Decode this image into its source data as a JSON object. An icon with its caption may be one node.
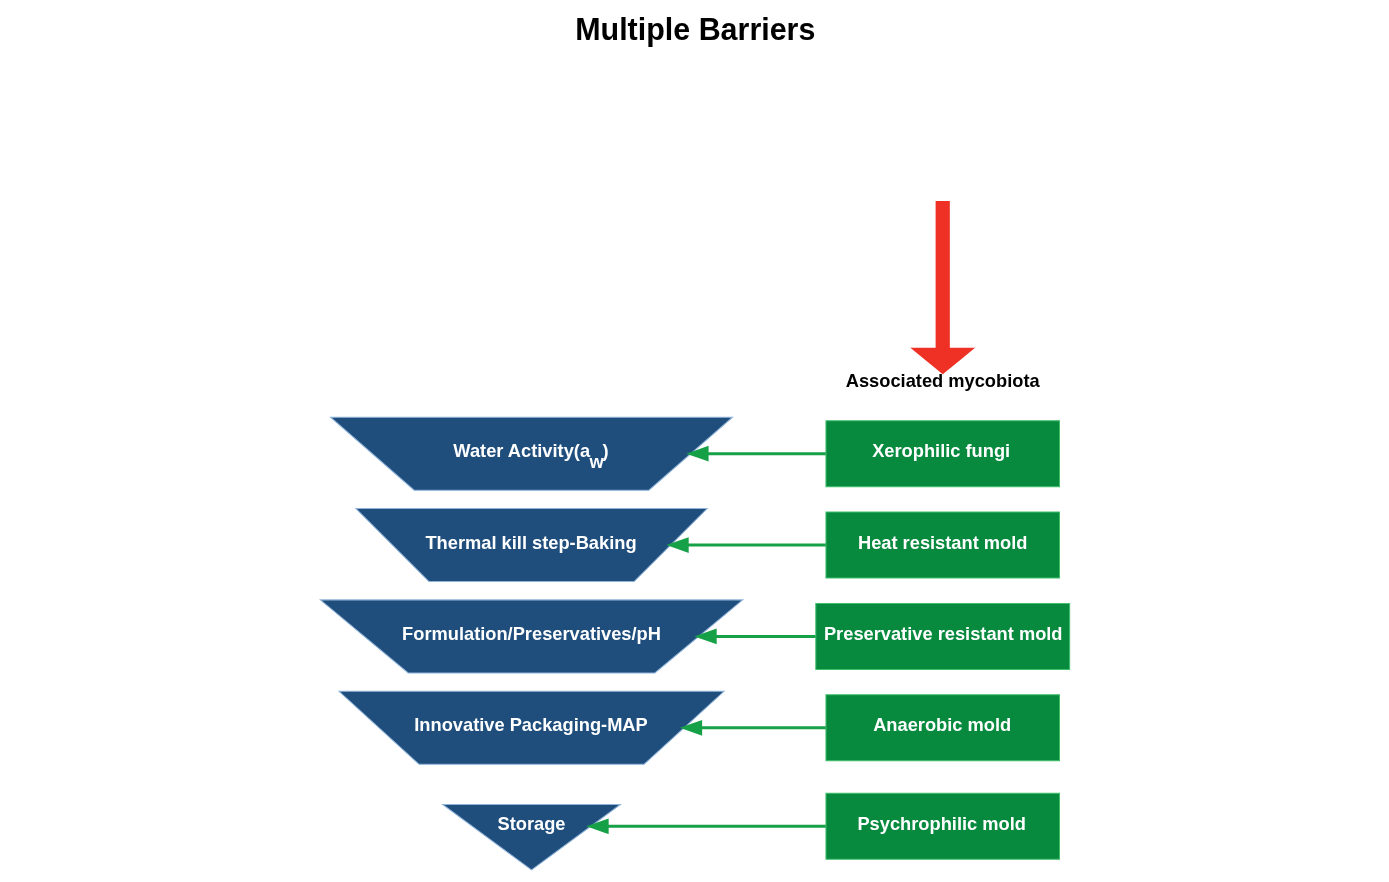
{
  "diagram": {
    "title": "Multiple Barriers",
    "nodes": [
      {
        "text": [
          "Water Activity(a$_{w}$)"
        ]
      },
      {
        "text": [
          "Thermal kill step-Baking"
        ]
      },
      {
        "text": [
          "Formulation/Preservatives/pH"
        ]
      },
      {
        "text": [
          "Innovative Packaging-MAP"
        ]
      },
      {
        "text": [
          "Storage"
        ]
      },
      {
        "text": [
          "Xerophilic fungi"
        ]
      },
      {
        "text": [
          "Heat resistant mold"
        ]
      },
      {
        "text": [
          "Preservative resistant mold"
        ]
      },
      {
        "text": [
          "Anaerobic mold"
        ]
      },
      {
        "text": [
          "Psychrophilic mold"
        ]
      },
      {
        "text": [
          "Associated mycobiota"
        ]
      }
    ],
    "edges": [
      {
        "from": 5,
        "to": 0,
        "arrow": "to"
      },
      {
        "from": 6,
        "to": 1,
        "arrow": "to"
      },
      {
        "from": 7,
        "to": 2,
        "arrow": "to"
      },
      {
        "from": 8,
        "to": 3,
        "arrow": "to"
      },
      {
        "from": 9,
        "to": 4,
        "arrow": "to"
      },
      {
        "from": null,
        "to": 10,
        "arrow": "to",
        "style": "thick",
        "color": "#ee3124"
      }
    ]
  }
}
